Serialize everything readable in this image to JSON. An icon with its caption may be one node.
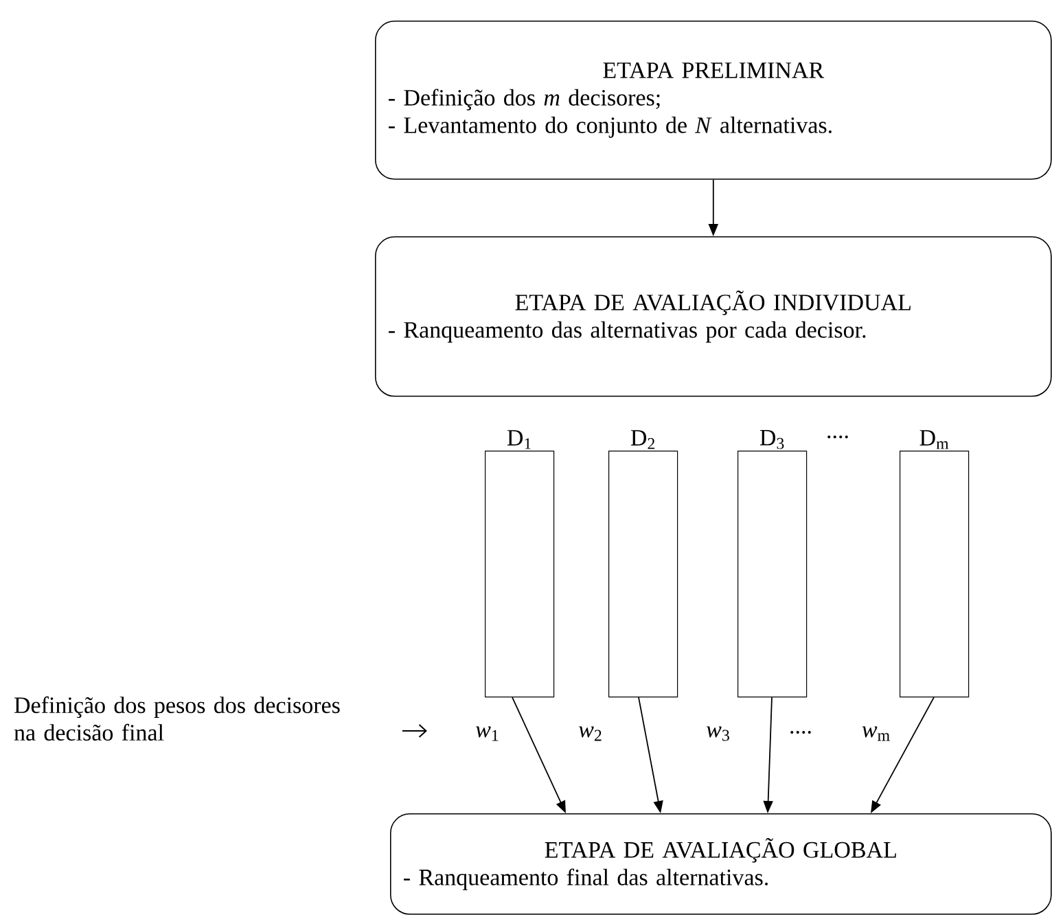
{
  "diagram": {
    "nodes": [
      {
        "text": [
          "ETAPA PRELIMINAR",
          "- Definição dos *m* decisores;",
          "- Levantamento do conjunto de *N* alternativas."
        ]
      },
      {
        "text": [
          "ETAPA DE AVALIAÇÃO INDIVIDUAL",
          "- Ranqueamento das alternativas por cada decisor."
        ]
      },
      {
        "text": [
          "D$_{1}$"
        ]
      },
      {
        "text": [
          "D$_{2}$"
        ]
      },
      {
        "text": [
          "D$_{3}$"
        ]
      },
      {
        "text": [
          "D$_{m}$"
        ]
      },
      {
        "text": [
          "ETAPA DE AVALIAÇÃO GLOBAL",
          "- Ranqueamento final das alternativas."
        ]
      }
    ],
    "edges": [
      {
        "from": 0,
        "to": 1,
        "arrow": "to"
      },
      {
        "from": 2,
        "to": 6,
        "arrow": "to",
        "label": "*w*$_{1}$"
      },
      {
        "from": 3,
        "to": 6,
        "arrow": "to",
        "label": "*w*$_{2}$"
      },
      {
        "from": 4,
        "to": 6,
        "arrow": "to",
        "label": "*w*$_{3}$"
      },
      {
        "from": 5,
        "to": 6,
        "arrow": "to",
        "label": "*w*$_{m}$"
      }
    ],
    "labels": [
      "....",
      "Definição dos pesos dos decisores na decisão final",
      "...."
    ]
  }
}
